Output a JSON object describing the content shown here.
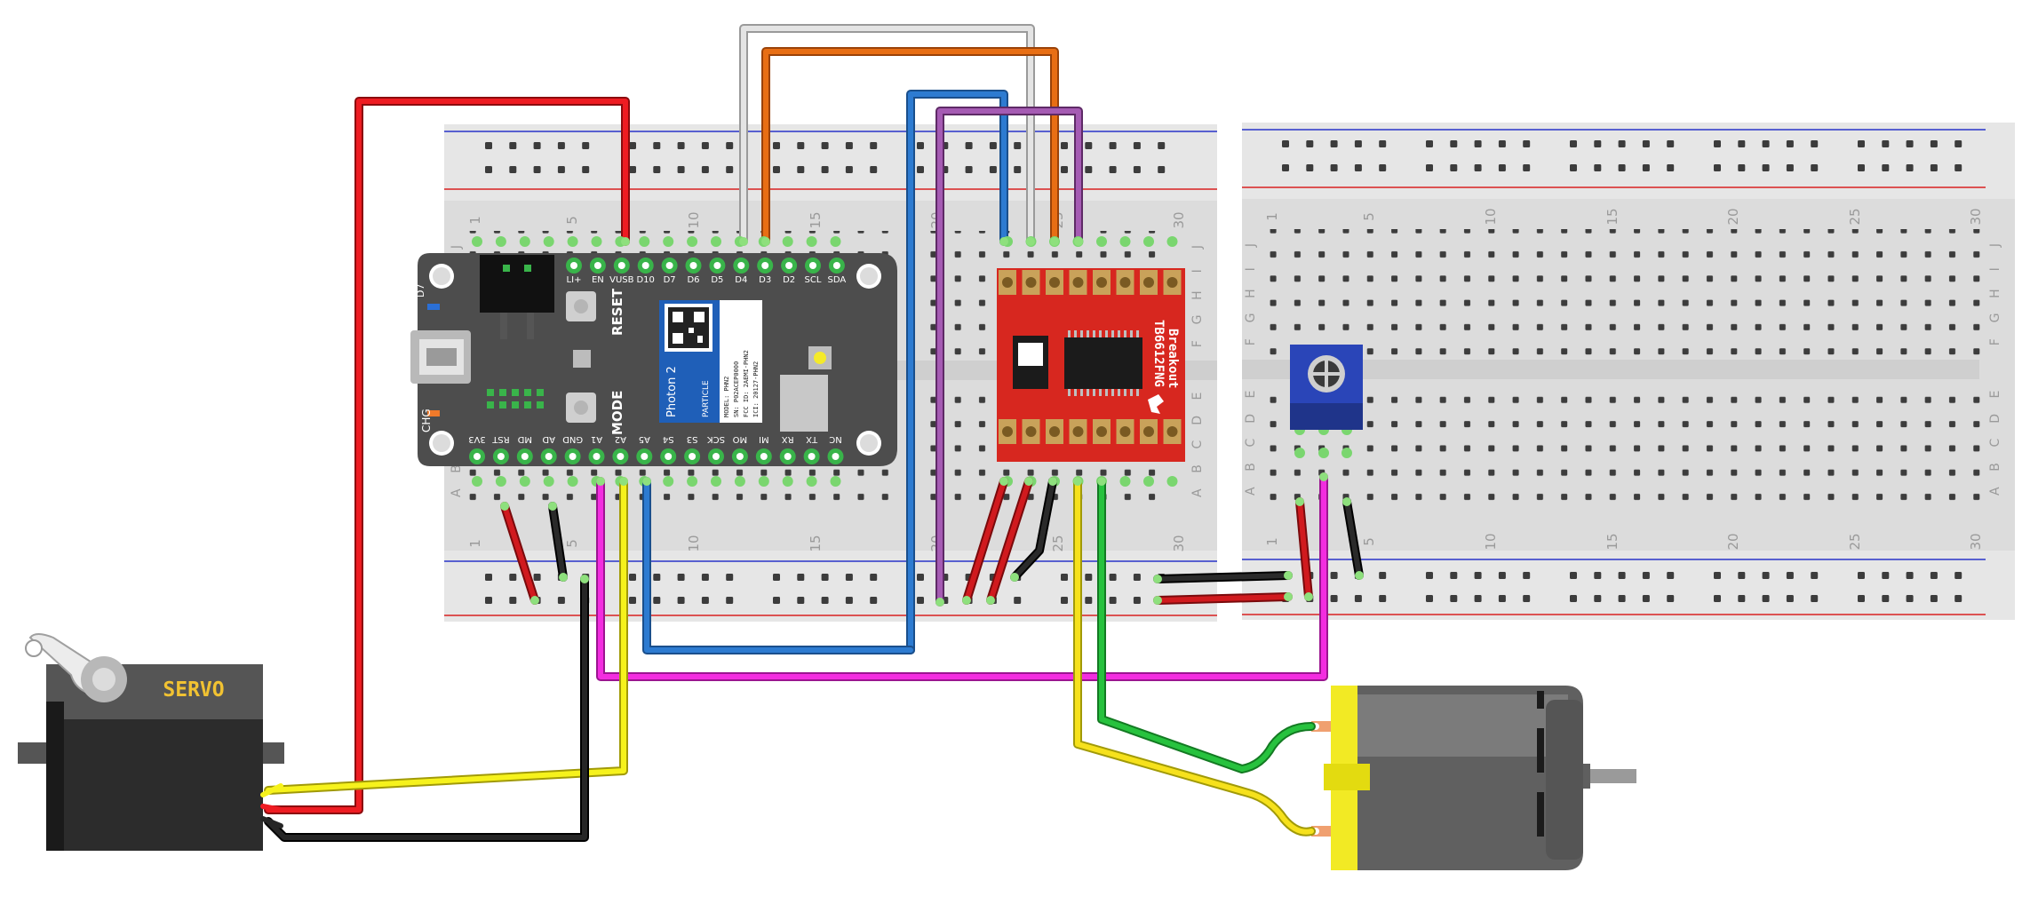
{
  "breadboard_left": {
    "column_numbers": [
      "1",
      "5",
      "10",
      "15",
      "20",
      "25",
      "30"
    ],
    "row_letters_top": [
      "J",
      "I",
      "H",
      "G",
      "F"
    ],
    "row_letters_bottom": [
      "E",
      "D",
      "C",
      "B",
      "A"
    ]
  },
  "breadboard_right": {
    "column_numbers": [
      "1",
      "5",
      "10",
      "15",
      "20",
      "25",
      "30"
    ],
    "row_letters_top": [
      "J",
      "I",
      "H",
      "G",
      "F"
    ],
    "row_letters_bottom": [
      "E",
      "D",
      "C",
      "B",
      "A"
    ]
  },
  "photon": {
    "top_pins": [
      "LI+",
      "EN",
      "VUSB",
      "D10",
      "D7",
      "D6",
      "D5",
      "D4",
      "D3",
      "D2",
      "SCL",
      "SDA"
    ],
    "bottom_pins": [
      "3V3",
      "RST",
      "MD",
      "AD",
      "GND",
      "A1",
      "A2",
      "A5",
      "S4",
      "S3",
      "SCK",
      "MO",
      "MI",
      "RX",
      "TX",
      "NC"
    ],
    "reset_label": "RESET",
    "mode_label": "MODE",
    "chg_label": "CHG",
    "d7_label": "D7",
    "module_name": "Photon 2",
    "brand": "PARTICLE",
    "label_lines": [
      "MODEL: PHN2",
      "SN: P02ACEP0000",
      "FCC ID: 2AEMI-PHN2",
      "ICI: 20127-PHN2"
    ]
  },
  "driver": {
    "name_line1": "TB6612FNG",
    "name_line2": "Breakout"
  },
  "servo": {
    "label": "SERVO"
  },
  "colors": {
    "wire_red": "#e8151b",
    "wire_black": "#1b1b1b",
    "wire_yellow": "#f4f018",
    "wire_blue": "#2d7bd1",
    "wire_orange": "#e06a12",
    "wire_white": "#d8d8d8",
    "wire_purple": "#9b4fa8",
    "wire_magenta": "#f026e0",
    "wire_green": "#24b43a",
    "board_red": "#d6261f",
    "photon_body": "#4a4a4a",
    "motor_yellow": "#f2ea24",
    "pot_blue": "#2a45b8"
  }
}
